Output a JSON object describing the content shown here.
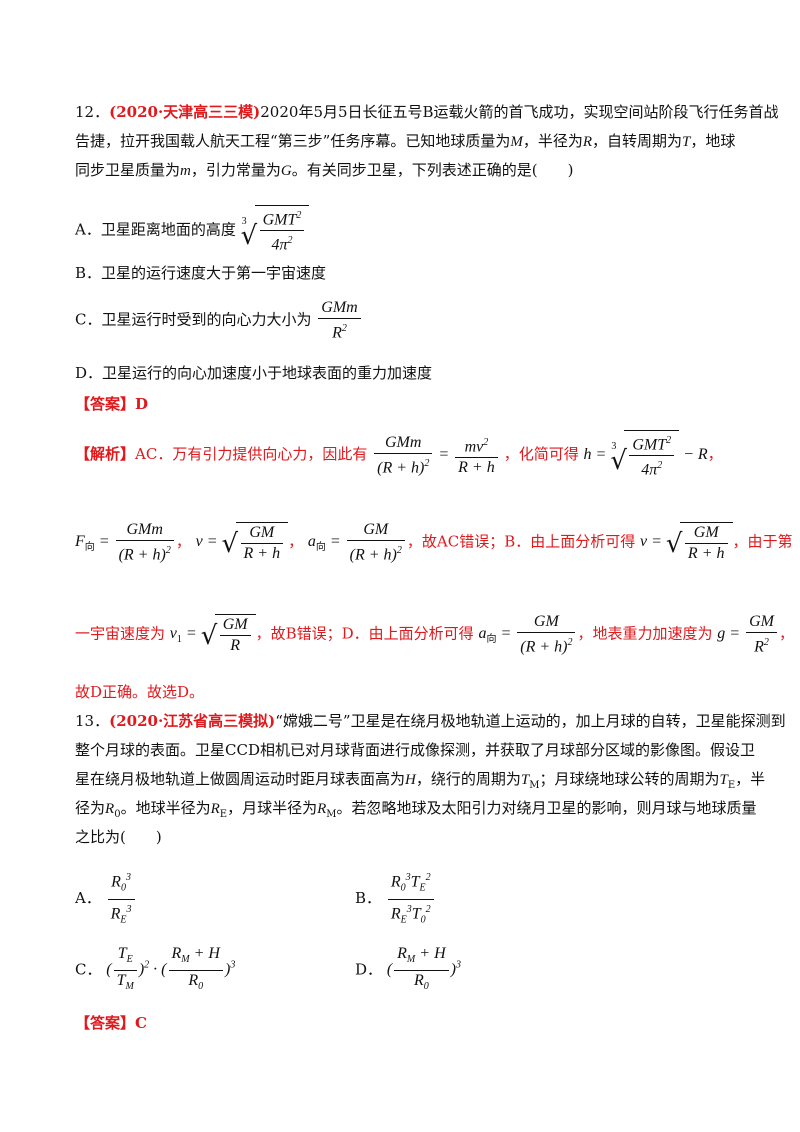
{
  "q12": {
    "number": "12．",
    "source": "(2020·天津高三三模)",
    "line1": "2020年5月5日长征五号B运载火箭的首飞成功，实现空间站阶段飞行任务首战",
    "line2a": "告捷，拉开我国载人航天工程“第三步”任务序幕。已知地球质量为",
    "line2b": "，半径为",
    "line2c": "，自转周期为",
    "line2d": "，地球",
    "line3a": "同步卫星质量为",
    "line3b": "，引力常量为",
    "line3c": "。有关同步卫星，下列表述正确的是(　　)",
    "var_M": "M",
    "var_R": "R",
    "var_T": "T",
    "var_m": "m",
    "var_G": "G",
    "optA_label": "A．卫星距离地面的高度",
    "optB": "B．卫星的运行速度大于第一宇宙速度",
    "optC_label": "C．卫星运行时受到的向心力大小为",
    "optD": "D．卫星运行的向心加速度小于地球表面的重力加速度",
    "answer_tag": "【答案】",
    "answer": "D",
    "analysis_tag": "【解析】",
    "ana1a": "AC．万有引力提供向心力，因此有",
    "ana1b": "，化简可得",
    "ana2a": "，故AC错误；B．由上面分析可得",
    "ana2b": "，由于第",
    "ana3a": "一宇宙速度为",
    "ana3b": "，故B错误；D．由上面分析可得",
    "ana3c": "，地表重力加速度为",
    "ana4": "故D正确。故选D。"
  },
  "q13": {
    "number": "13．",
    "source": "(2020·江苏省高三模拟)",
    "line1": "“嫦娥二号”卫星是在绕月极地轨道上运动的，加上月球的自转，卫星能探测到",
    "line2": "整个月球的表面。卫星CCD相机已对月球背面进行成像探测，并获取了月球部分区域的影像图。假设卫",
    "line3a": "星在绕月极地轨道上做圆周运动时距月球表面高为",
    "line3b": "，绕行的周期为",
    "line3c": "；月球绕地球公转的周期为",
    "line3d": "，半",
    "line4a": "径为",
    "line4b": "。地球半径为",
    "line4c": "，月球半径为",
    "line4d": "。若忽略地球及太阳引力对绕月卫星的影响，则月球与地球质量",
    "line5": "之比为(　　)",
    "optA": "A．",
    "optB": "B．",
    "optC": "C．",
    "optD": "D．",
    "answer_tag": "【答案】",
    "answer": "C"
  }
}
